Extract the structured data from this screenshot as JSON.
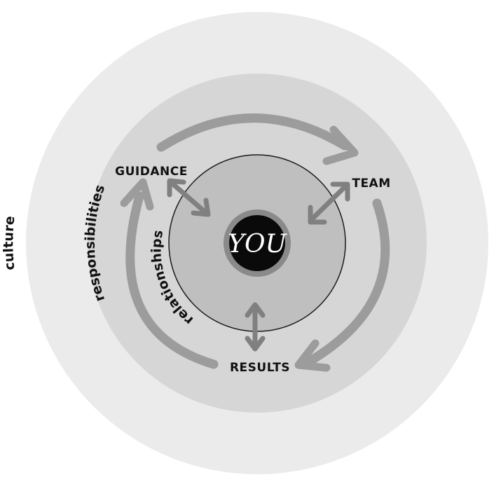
{
  "labels": {
    "center": "YOU",
    "guidance": "GUIDANCE",
    "team": "TEAM",
    "results": "RESULTS",
    "relationships": "relationships",
    "responsibilities": "responsibilities",
    "culture": "culture"
  },
  "colors": {
    "outer_ring": "#ebebeb",
    "middle_ring": "#d6d6d6",
    "inner_ring": "#bfbfbf",
    "center_halo": "#8a8a8a",
    "center": "#0a0a0a",
    "arrow": "#9c9c9c",
    "arrow_dark": "#808080"
  }
}
